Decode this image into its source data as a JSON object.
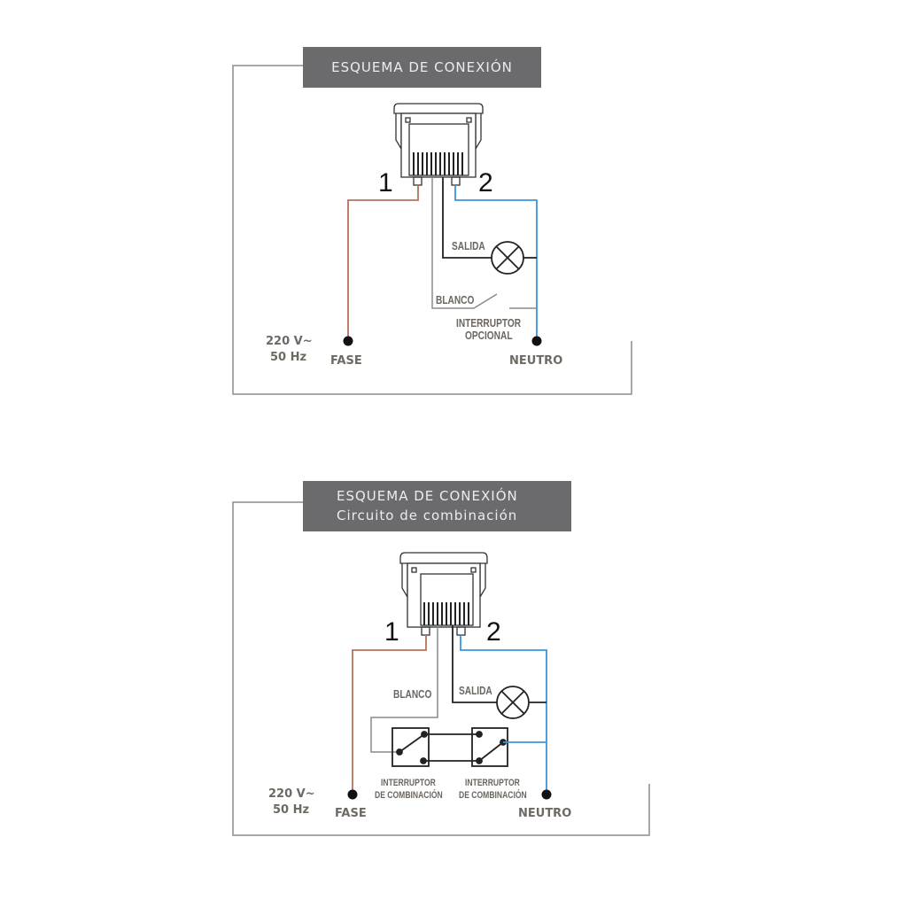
{
  "diagrams": [
    {
      "title": "ESQUEMA DE CONEXIÓN",
      "terminal_1": "1",
      "terminal_2": "2",
      "salida": "SALIDA",
      "blanco": "BLANCO",
      "switch_line1": "INTERRUPTOR",
      "switch_line2": "OPCIONAL",
      "voltage": "220 V~",
      "frequency": "50 Hz",
      "fase": "FASE",
      "neutro": "NEUTRO"
    },
    {
      "title": "ESQUEMA DE CONEXIÓN",
      "subtitle": "Circuito de combinación",
      "terminal_1": "1",
      "terminal_2": "2",
      "salida": "SALIDA",
      "blanco": "BLANCO",
      "switch_a_line1": "INTERRUPTOR",
      "switch_a_line2": "DE COMBINACIÓN",
      "switch_b_line1": "INTERRUPTOR",
      "switch_b_line2": "DE COMBINACIÓN",
      "voltage": "220 V~",
      "frequency": "50 Hz",
      "fase": "FASE",
      "neutro": "NEUTRO"
    }
  ],
  "colors": {
    "fase_wire": "#b5735b",
    "neutral_wire": "#3a96dc",
    "salida_wire": "#222222",
    "blanco_wire": "#8a8a8a",
    "frame": "#8c8c8c",
    "title_bg": "#6b6a6d"
  }
}
